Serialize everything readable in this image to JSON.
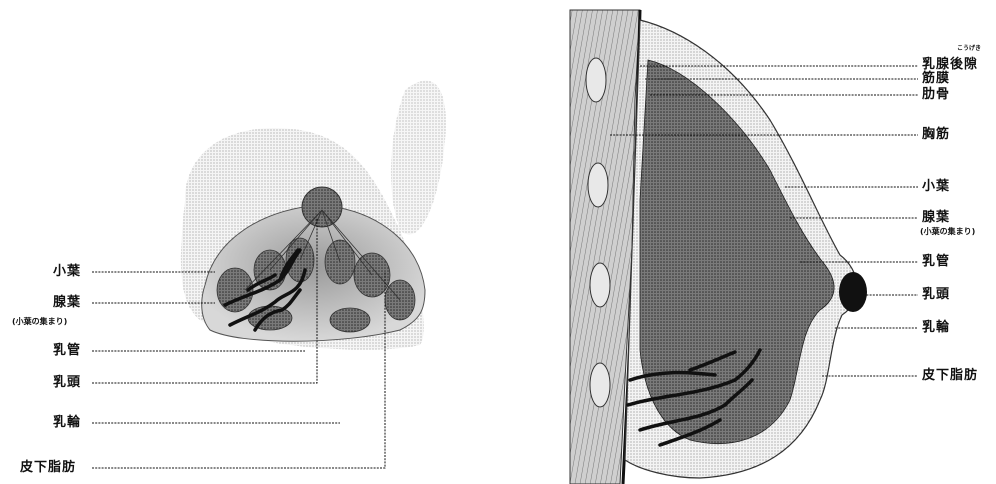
{
  "left_view": {
    "labels": {
      "lobule": "小葉",
      "gland_lobe": "腺葉",
      "gland_lobe_note": "(小葉の集まり)",
      "duct": "乳管",
      "nipple": "乳頭",
      "areola": "乳輪",
      "subcutaneous_fat": "皮下脂肪"
    }
  },
  "right_view": {
    "labels": {
      "retromammary_space": "乳腺後隙",
      "retromammary_ruby": "こうげき",
      "fascia": "筋膜",
      "rib": "肋骨",
      "pectoral_muscle": "胸筋",
      "lobule": "小葉",
      "gland_lobe": "腺葉",
      "gland_lobe_note": "(小葉の集まり)",
      "duct": "乳管",
      "nipple": "乳頭",
      "areola": "乳輪",
      "subcutaneous_fat": "皮下脂肪"
    }
  }
}
